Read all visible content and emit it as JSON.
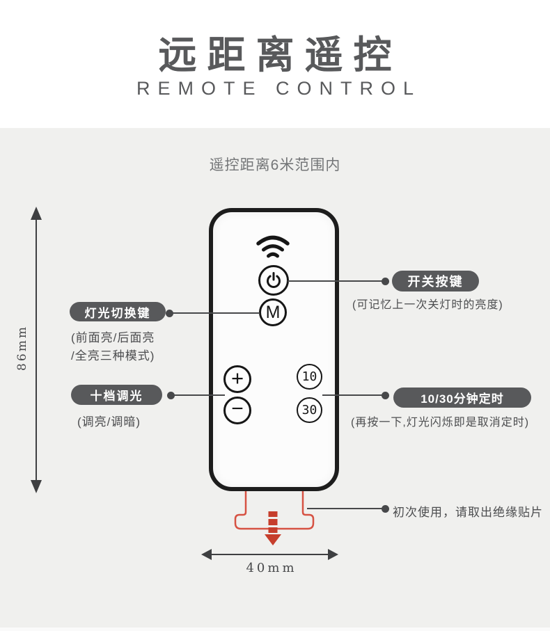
{
  "header": {
    "title_cn": "远距离遥控",
    "title_en": "REMOTE CONTROL"
  },
  "range_note": "遥控距离6米范围内",
  "remote": {
    "signal_icon": "signal-waves-icon",
    "buttons": {
      "power_icon": "power-icon",
      "mode": "M",
      "plus": "+",
      "minus": "−",
      "timer10": "10",
      "timer30": "30"
    }
  },
  "callouts": {
    "power": {
      "label": "开关按键",
      "caption": "(可记忆上一次关灯时的亮度)"
    },
    "light_switch": {
      "label": "灯光切换键",
      "caption_line1": "(前面亮/后面亮",
      "caption_line2": "/全亮三种模式)"
    },
    "dimming": {
      "label": "十档调光",
      "caption": "(调亮/调暗)"
    },
    "timer": {
      "label": "10/30分钟定时",
      "caption": "(再按一下,灯光闪烁即是取消定时)"
    },
    "insulation": "初次使用，请取出绝缘贴片"
  },
  "dimensions": {
    "height": "86mm",
    "width": "40mm"
  },
  "colors": {
    "background_gray": "#f0f0ee",
    "pill_background": "#58595b",
    "ink": "#1d1d1d",
    "text_gray": "#4c4d4f",
    "accent_red": "#c63e2c",
    "tab_red": "#d65243"
  }
}
